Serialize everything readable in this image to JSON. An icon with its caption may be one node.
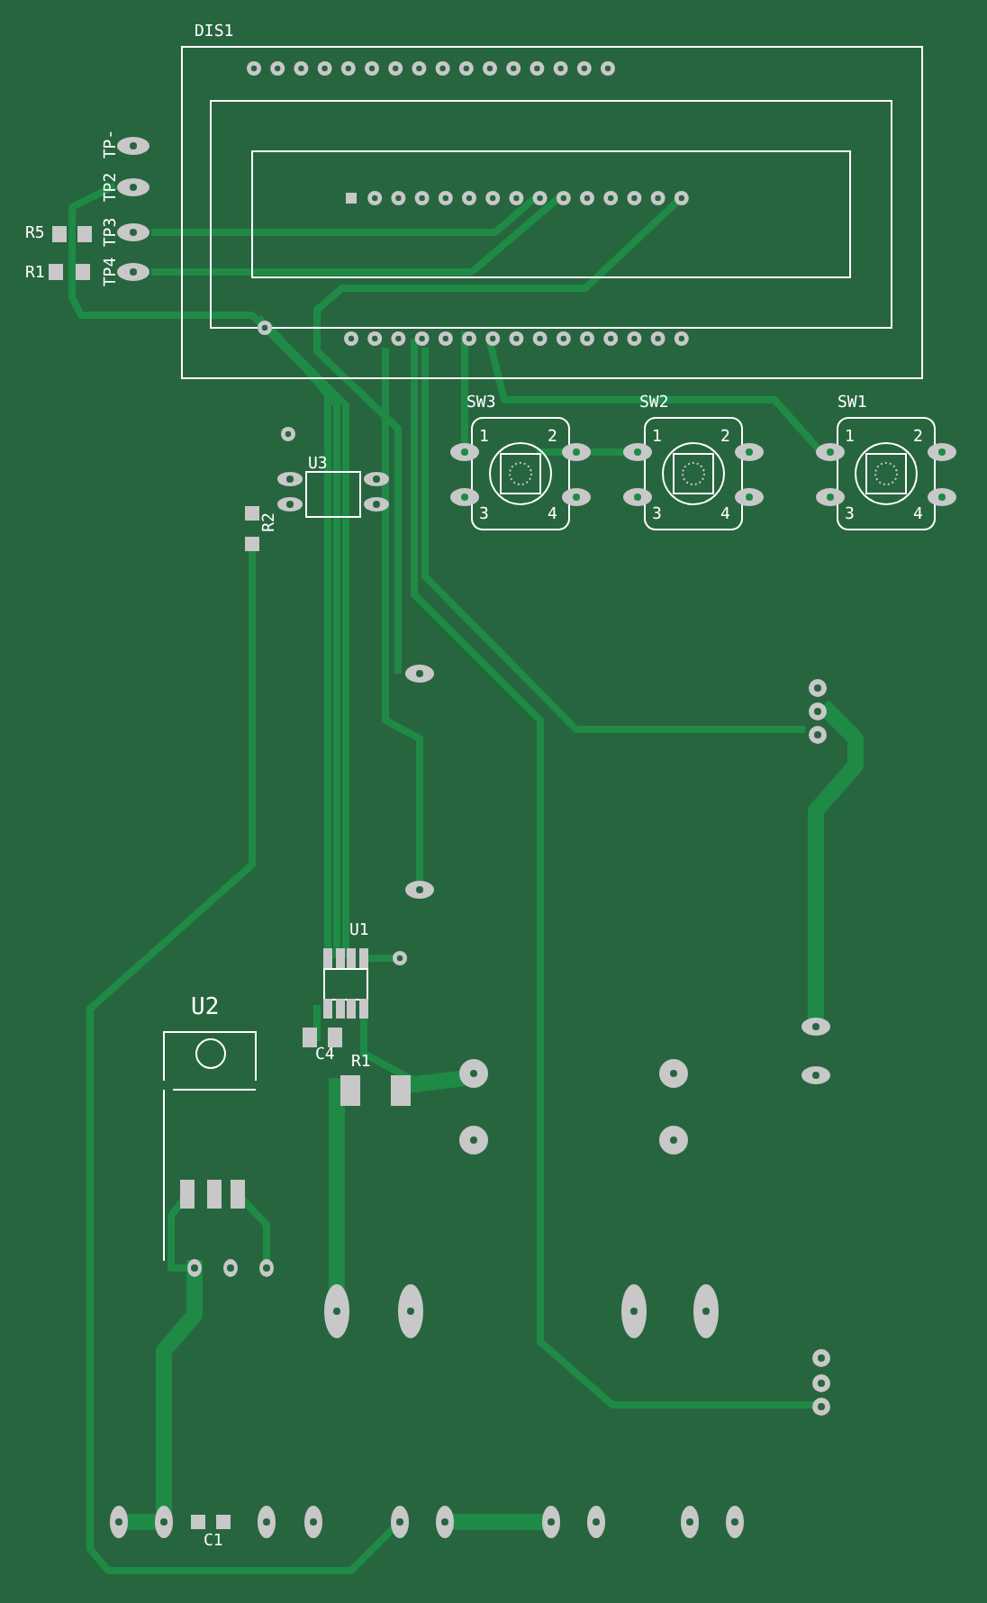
{
  "diagram": {
    "labels": [
      "DIS1",
      "TP-",
      "TP2",
      "R5",
      "TP3",
      "R1",
      "TP4",
      "SW3",
      "SW2",
      "SW1",
      "1",
      "2",
      "1",
      "2",
      "1",
      "2",
      "U3",
      "3",
      "4",
      "3",
      "4",
      "3",
      "4",
      "R2",
      "U1",
      "U2",
      "C4",
      "R1",
      "C1"
    ]
  }
}
